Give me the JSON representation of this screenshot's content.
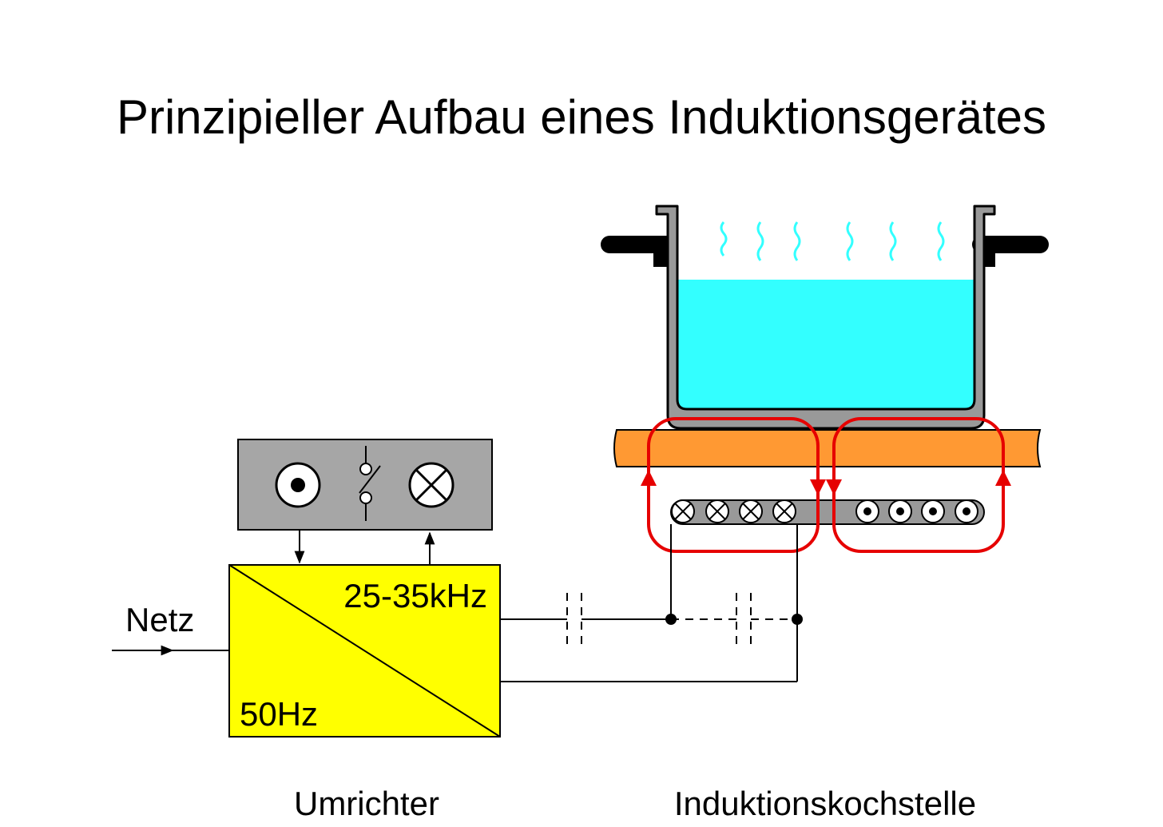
{
  "title": "Prinzipieller Aufbau eines Induktionsgerätes",
  "labels": {
    "netz": "Netz",
    "freq_out": "25-35kHz",
    "freq_in": "50Hz",
    "converter": "Umrichter",
    "cooktop": "Induktionskochstelle"
  },
  "colors": {
    "water": "#33ffff",
    "pot": "#999999",
    "plate": "#ff9933",
    "converter_box": "#ffff00",
    "control_panel": "#a6a6a6",
    "field_lines": "#e60000",
    "steam": "#33ffff"
  },
  "icons": {
    "control_left": "dot-circle-icon",
    "control_middle": "switch-icon",
    "control_right": "lamp-icon",
    "coil_left": "current-into-page-icon",
    "coil_right": "current-out-of-page-icon"
  }
}
